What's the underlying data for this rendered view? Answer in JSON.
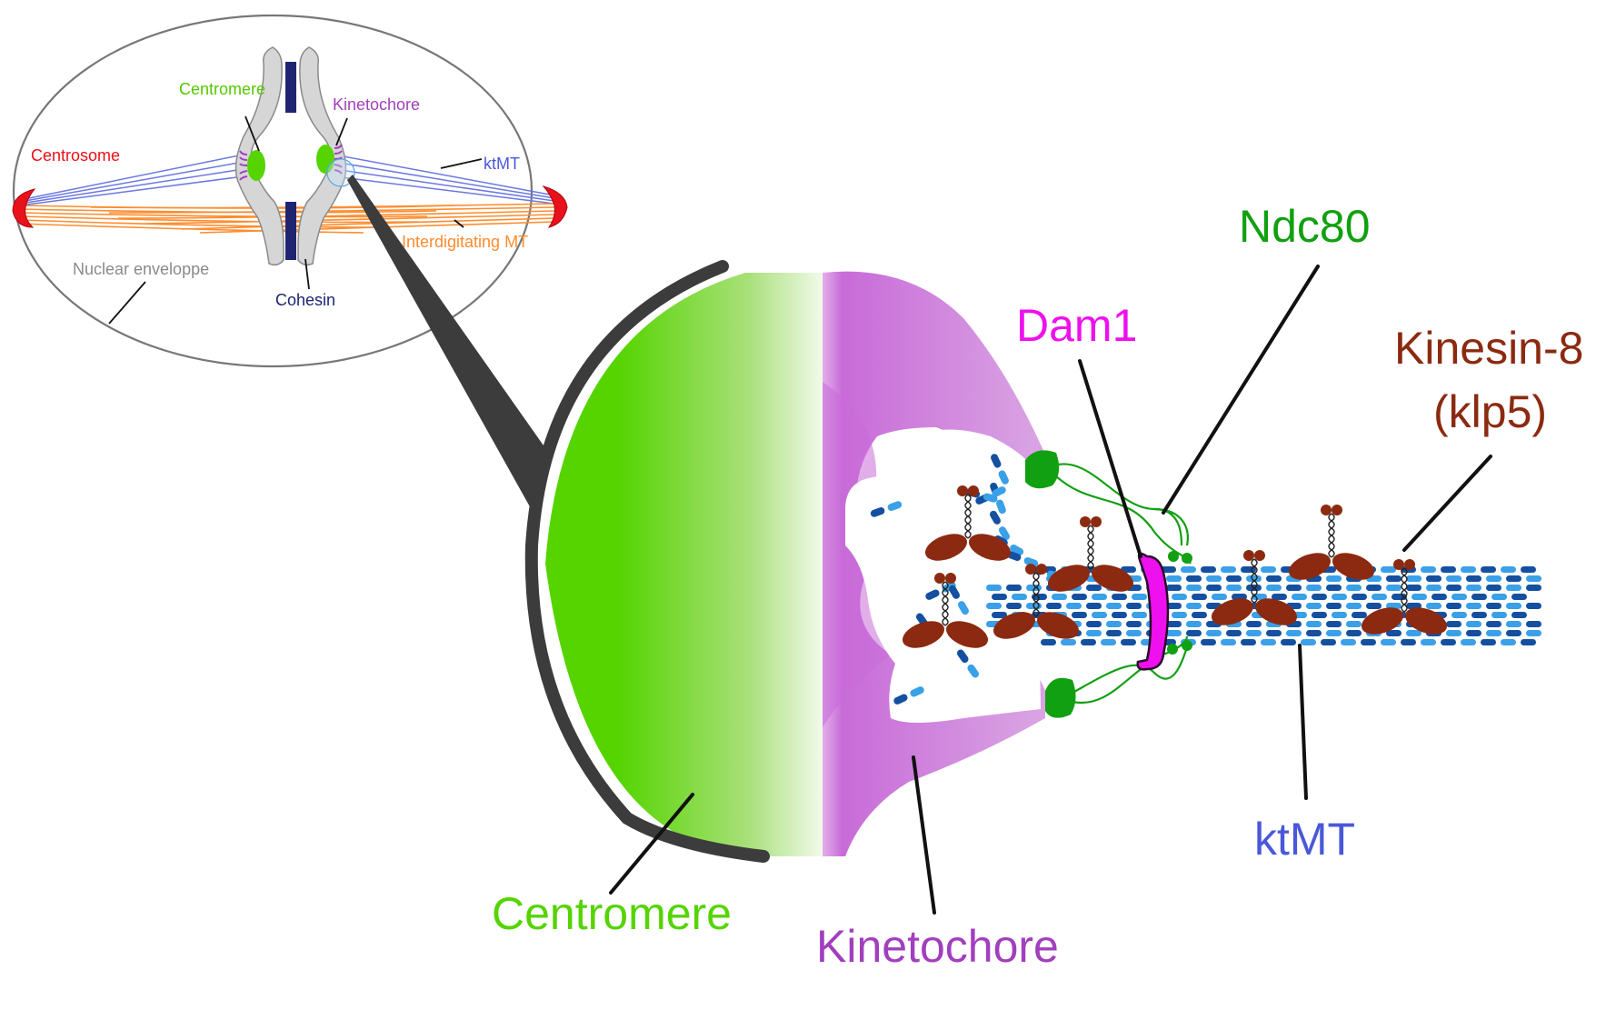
{
  "inset": {
    "centrosome": "Centrosome",
    "centromere": "Centromere",
    "kinetochore": "Kinetochore",
    "ktmt": "ktMT",
    "interdigitating": "Interdigitating MT",
    "nuclear_envelope": "Nuclear enveloppe",
    "cohesin": "Cohesin"
  },
  "main": {
    "ndc80": "Ndc80",
    "dam1": "Dam1",
    "kinesin_line1": "Kinesin-8",
    "kinesin_line2": "(klp5)",
    "centromere": "Centromere",
    "kinetochore": "Kinetochore",
    "ktmt": "ktMT"
  },
  "colors": {
    "centromere": "#55d400",
    "kinetochore": "#c86bd8",
    "centrosome": "#e8121b",
    "ktmt_line": "#6b78e0",
    "interdigitating": "#ff8c2e",
    "cohesin": "#1e2470",
    "ndc80": "#11a011",
    "dam1": "#ee10ee",
    "kinesin": "#8b2a10",
    "tubulin_dark": "#1550a0",
    "tubulin_light": "#3aa0e8",
    "ktmt_label": "#4a58d8",
    "nuclear_label": "#8a8a8a"
  }
}
